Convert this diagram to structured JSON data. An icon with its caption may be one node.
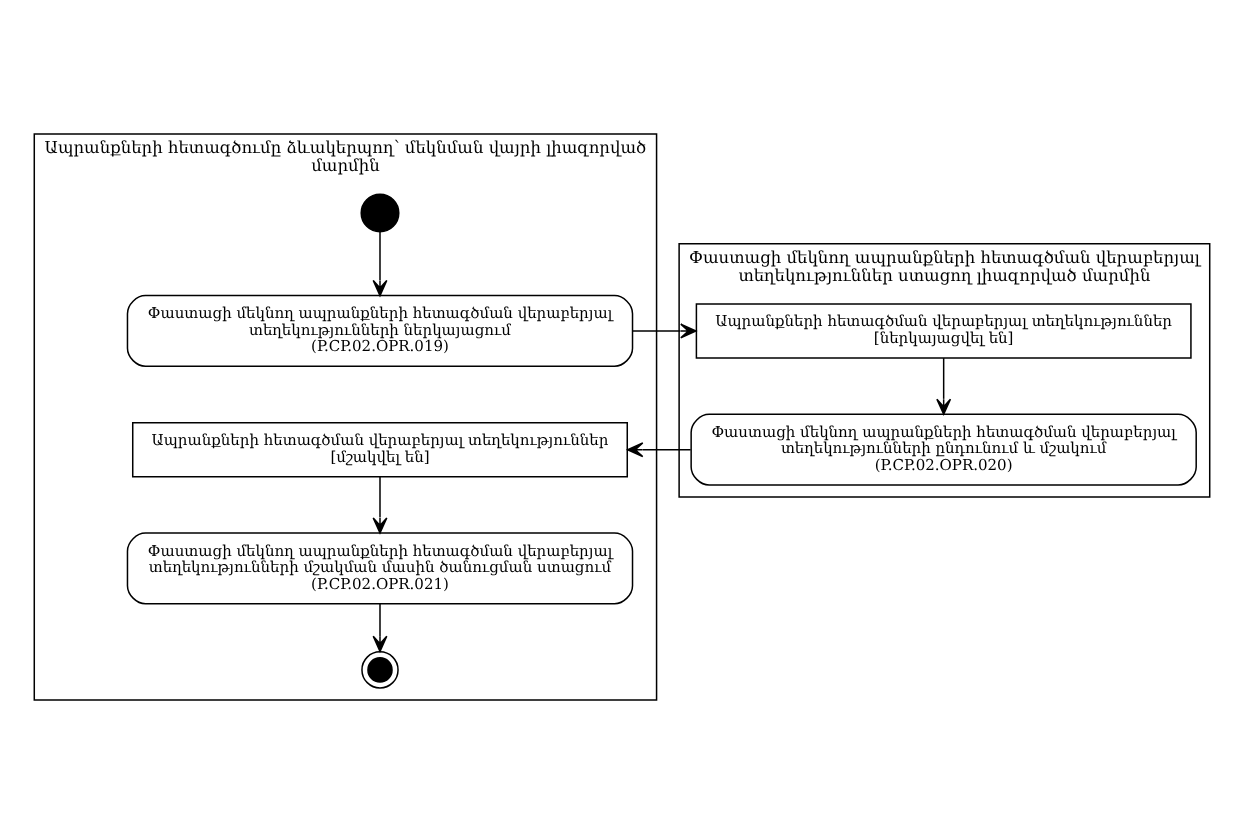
{
  "diagram": {
    "nodes": [
      {
        "text": [
          "Ապրանքների հետագծումը ձևակերպող՝ մեկնման վայրի լիազորված մարմին"
        ]
      },
      {
        "text": [
          "Փաստացի մեկնող ապրանքների հետագծման վերաբերյալ տեղեկություններ ստացող լիազորված մարմին"
        ]
      },
      {
        "text": [],
        "shape": "circle",
        "in": 0
      },
      {
        "text": [
          "Փաստացի մեկնող ապրանքների հետագծման վերաբերյալ տեղեկությունների ներկայացում",
          "(P.CP.02.OPR.019)"
        ],
        "in": 0
      },
      {
        "text": [
          "Ապրանքների հետագծման վերաբերյալ տեղեկություններ [ներկայացվել են]"
        ],
        "in": 1
      },
      {
        "text": [
          "Փաստացի մեկնող ապրանքների հետագծման վերաբերյալ տեղեկությունների ընդունում և մշակում",
          "(P.CP.02.OPR.020)"
        ],
        "in": 1
      },
      {
        "text": [
          "Ապրանքների հետագծման վերաբերյալ տեղեկություններ [մշակվել են]"
        ],
        "in": 0
      },
      {
        "text": [
          "Փաստացի մեկնող ապրանքների հետագծման վերաբերյալ տեղեկությունների մշակման մասին ծանուցման ստացում",
          "(P.CP.02.OPR.021)"
        ],
        "in": 0
      },
      {
        "text": [],
        "shape": "circle",
        "in": 0
      }
    ],
    "edges": [
      {
        "from": 2,
        "to": 3,
        "arrow": "to"
      },
      {
        "from": 3,
        "to": 4,
        "arrow": "to"
      },
      {
        "from": 4,
        "to": 5,
        "arrow": "to"
      },
      {
        "from": 5,
        "to": 6,
        "arrow": "to"
      },
      {
        "from": 6,
        "to": 7,
        "arrow": "to"
      },
      {
        "from": 7,
        "to": 8,
        "arrow": "to"
      }
    ]
  }
}
